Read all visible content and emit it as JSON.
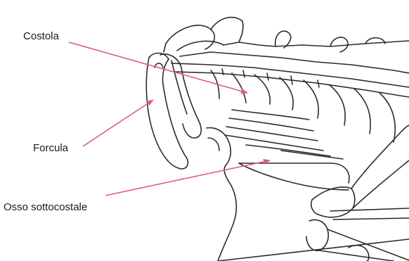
{
  "labels": {
    "costola": "Costola",
    "forcula": "Forcula",
    "osso_sottocostale": "Osso sottocostale"
  },
  "colors": {
    "line_art": "#2b2b2b",
    "arrow": "#d9607a",
    "background": "#ffffff"
  }
}
